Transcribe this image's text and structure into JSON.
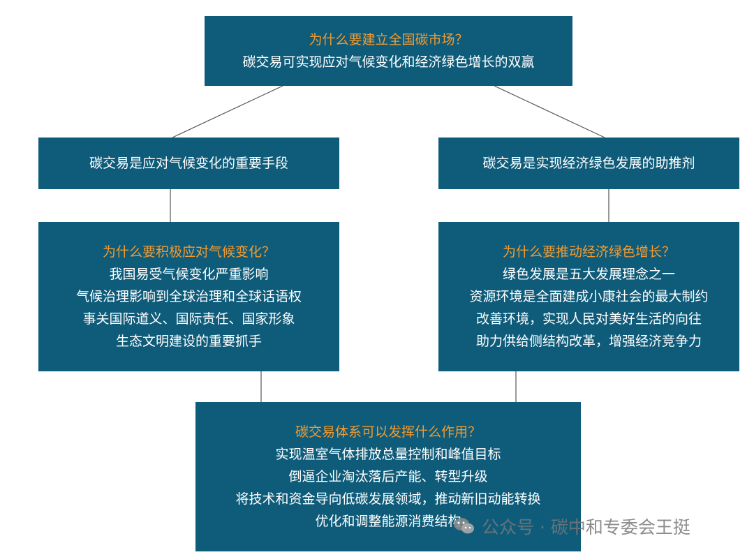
{
  "colors": {
    "box_bg": "#0f5c7a",
    "question_text": "#f59a2e",
    "body_text": "#ffffff",
    "connector": "#555555"
  },
  "top": {
    "question": "为什么要建立全国碳市场？",
    "lines": [
      "碳交易可实现应对气候变化和经济绿色增长的双赢"
    ]
  },
  "left": {
    "text": "碳交易是应对气候变化的重要手段"
  },
  "right": {
    "text": "碳交易是实现经济绿色发展的助推剂"
  },
  "left_question": {
    "question": "为什么要积极应对气候变化？",
    "lines": [
      "我国易受气候变化严重影响",
      "气候治理影响到全球治理和全球话语权",
      "事关国际道义、国际责任、国家形象",
      "生态文明建设的重要抓手"
    ]
  },
  "right_question": {
    "question": "为什么要推动经济绿色增长？",
    "lines": [
      "绿色发展是五大发展理念之一",
      "资源环境是全面建成小康社会的最大制约",
      "改善环境，实现人民对美好生活的向往",
      "助力供给侧结构改革，增强经济竞争力"
    ]
  },
  "bottom": {
    "question": "碳交易体系可以发挥什么作用？",
    "lines": [
      "实现温室气体排放总量控制和峰值目标",
      "倒逼企业淘汰落后产能、转型升级",
      "将技术和资金导向低碳发展领域，推动新旧动能转换",
      "优化和调整能源消费结构"
    ]
  },
  "watermark": {
    "icon": "wechat-icon",
    "text": "公众号 · 碳中和专委会王挺"
  }
}
